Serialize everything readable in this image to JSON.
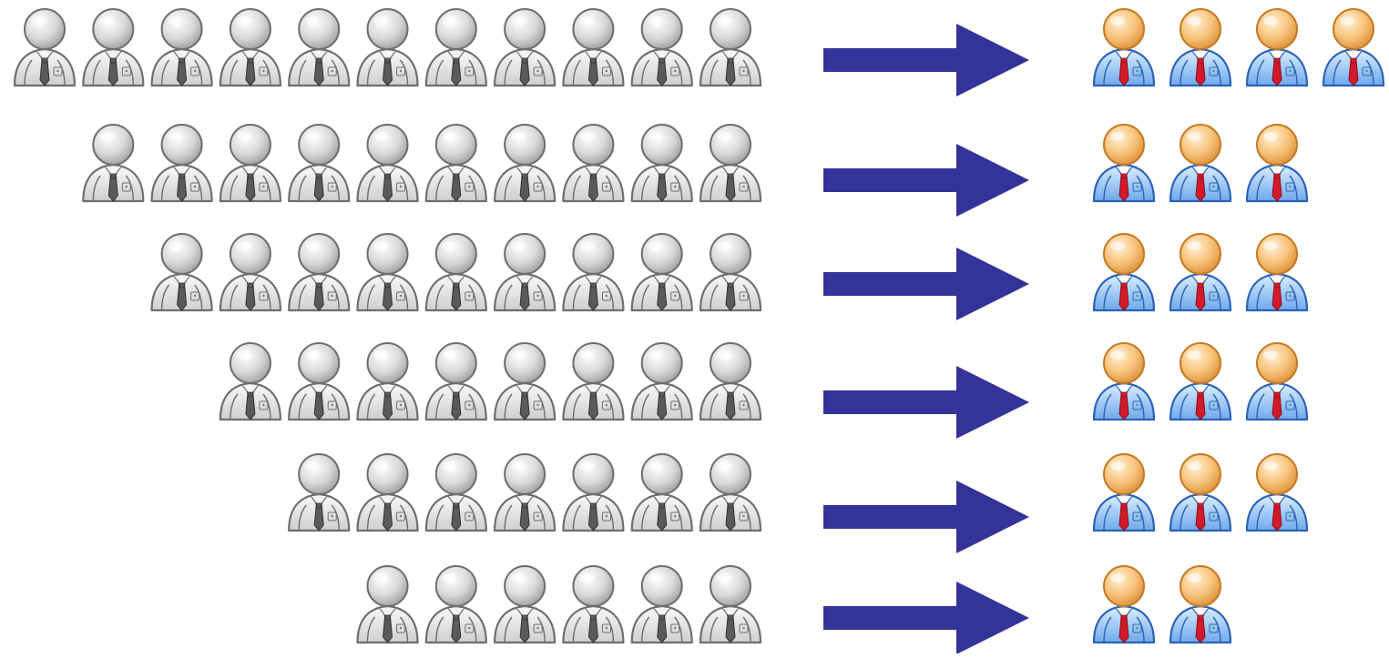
{
  "rows": [
    {
      "gray_count": 11,
      "color_count": 4
    },
    {
      "gray_count": 10,
      "color_count": 3
    },
    {
      "gray_count": 9,
      "color_count": 3
    },
    {
      "gray_count": 8,
      "color_count": 3
    },
    {
      "gray_count": 7,
      "color_count": 3
    },
    {
      "gray_count": 6,
      "color_count": 2
    }
  ],
  "icons": {
    "gray_person": "gray-businessman-icon",
    "color_person": "color-businessman-icon",
    "arrow": "right-arrow-icon"
  },
  "colors": {
    "arrow": "#333399",
    "gray_head": "#d4d4d4",
    "gray_body": "#ececec",
    "gray_outline": "#6e6e6e",
    "gray_tie": "#5a5a5a",
    "color_head": "#f6c57e",
    "color_head_outline": "#c47a22",
    "color_body": "#9ec9f5",
    "color_body_outline": "#2b62b8",
    "color_tie": "#d21a2a"
  }
}
